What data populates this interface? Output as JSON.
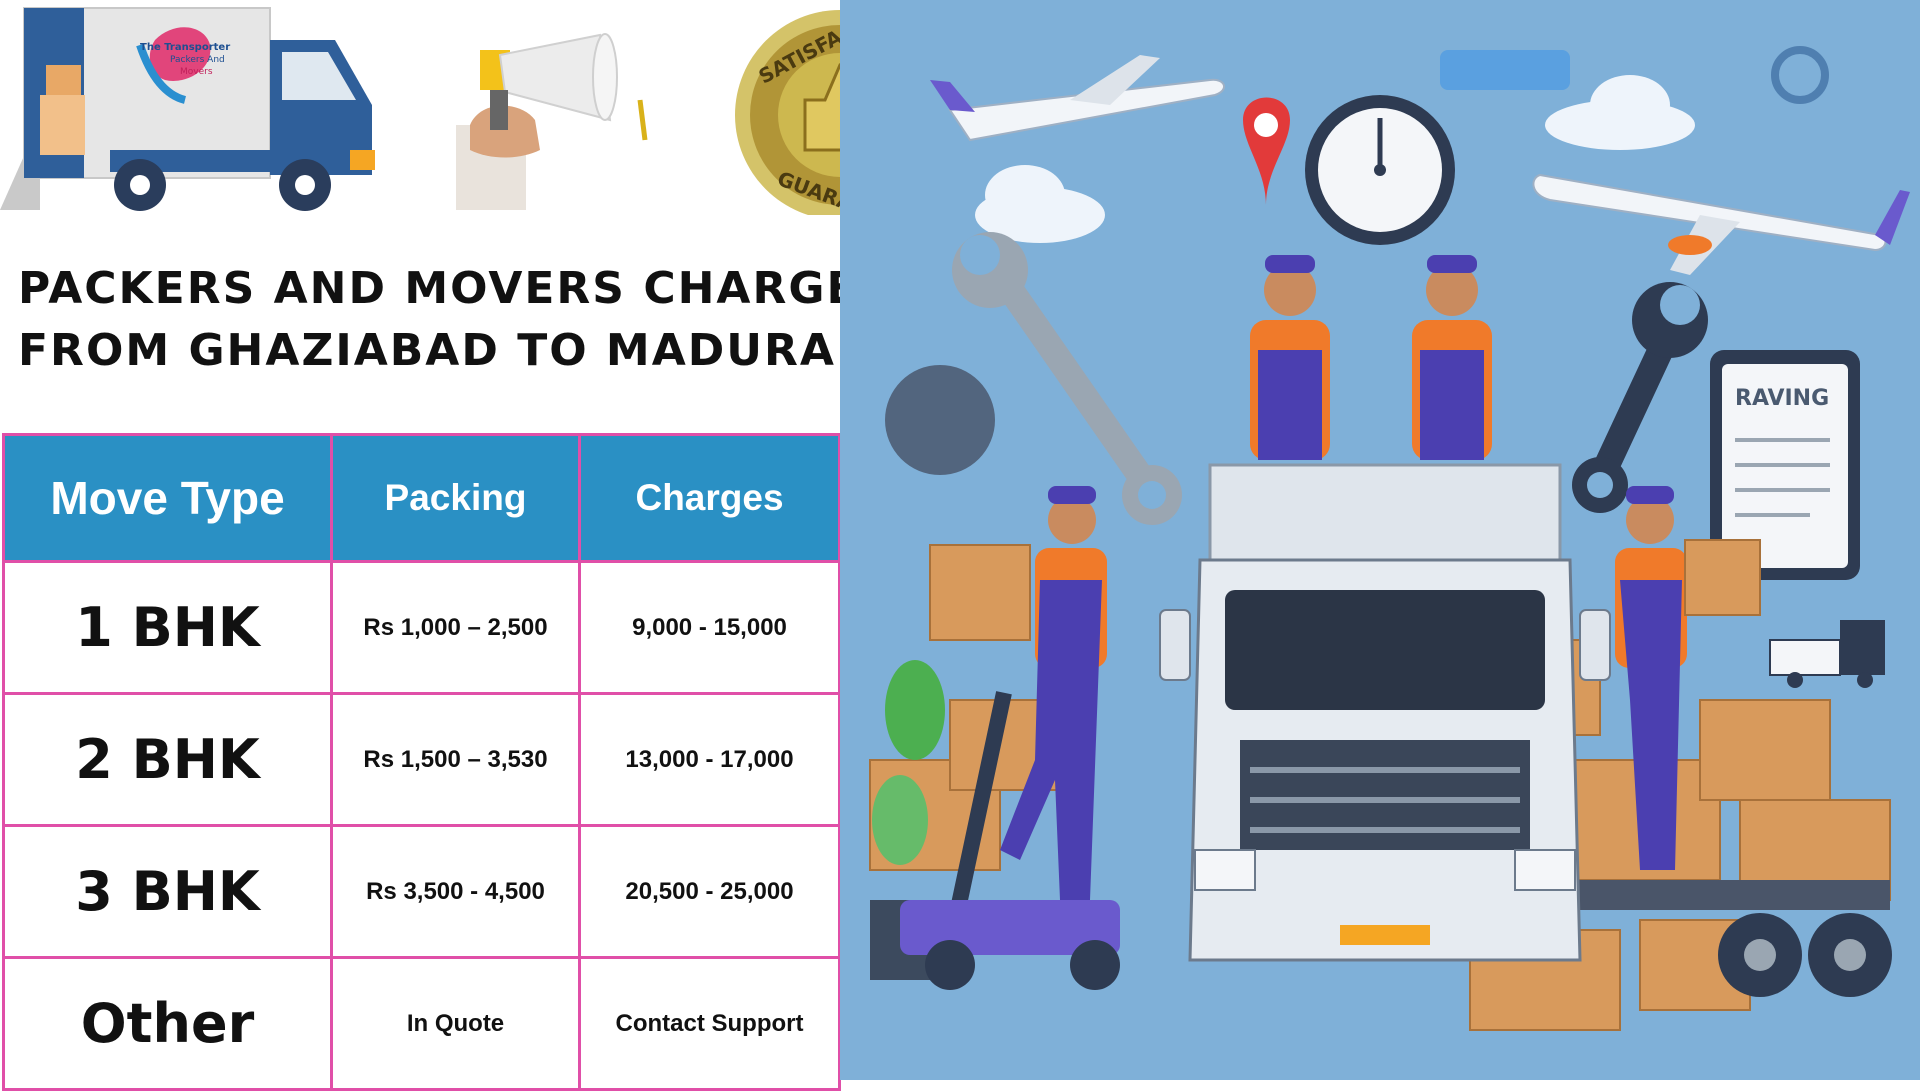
{
  "logo": {
    "text_lines": [
      "The Transporter",
      "Packers And",
      "Movers"
    ]
  },
  "badge": {
    "top_text": "SATISFACTION",
    "bottom_text": "GUARANTEE"
  },
  "title": {
    "line1": "PACKERS AND MOVERS CHARGES",
    "line2": "FROM GHAZIABAD TO MADURAI"
  },
  "table": {
    "headers": [
      "Move Type",
      "Packing",
      "Charges"
    ],
    "rows": [
      {
        "type": "1 BHK",
        "packing": "Rs 1,000 – 2,500",
        "charges": "9,000 - 15,000"
      },
      {
        "type": "2 BHK",
        "packing": "Rs 1,500 – 3,530",
        "charges": "13,000 - 17,000"
      },
      {
        "type": "3 BHK",
        "packing": "Rs 3,500 - 4,500",
        "charges": "20,500 - 25,000"
      },
      {
        "type": "Other",
        "packing": "In Quote",
        "charges": "Contact Support"
      }
    ]
  },
  "illustration": {
    "clipboard_text": "RAVING"
  },
  "colors": {
    "header_bg": "#2a90c4",
    "border": "#e04fa8",
    "illustration_bg": "#7fb0d8",
    "uniform": "#4b3fb0",
    "shirt": "#f07a2a"
  }
}
